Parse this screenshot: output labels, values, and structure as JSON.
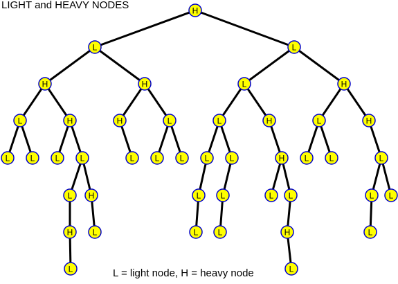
{
  "title": "LIGHT and HEAVY NODES",
  "legend": "L = light node, H = heavy node",
  "colors": {
    "node_fill": "#ffff00",
    "node_stroke": "#0000cc",
    "edge": "#000000",
    "text": "#000000"
  },
  "tree": {
    "label": "H",
    "children": [
      {
        "label": "L",
        "children": [
          {
            "label": "H",
            "children": [
              {
                "label": "L",
                "children": [
                  {
                    "label": "L"
                  },
                  {
                    "label": "L"
                  }
                ]
              },
              {
                "label": "H",
                "children": [
                  {
                    "label": "L"
                  },
                  {
                    "label": "L",
                    "children": [
                      {
                        "label": "L",
                        "children": [
                          {
                            "label": "H",
                            "children": [
                              {
                                "label": "L"
                              }
                            ]
                          }
                        ]
                      },
                      {
                        "label": "H",
                        "children": [
                          {
                            "label": "L"
                          }
                        ]
                      }
                    ]
                  }
                ]
              }
            ]
          },
          {
            "label": "H",
            "children": [
              {
                "label": "H",
                "children": [
                  {
                    "label": "L"
                  }
                ]
              },
              {
                "label": "L",
                "children": [
                  {
                    "label": "L"
                  },
                  {
                    "label": "L"
                  }
                ]
              }
            ]
          }
        ]
      },
      {
        "label": "L",
        "children": [
          {
            "label": "L",
            "children": [
              {
                "label": "L",
                "children": [
                  {
                    "label": "L",
                    "children": [
                      {
                        "label": "L",
                        "children": [
                          {
                            "label": "L"
                          }
                        ]
                      }
                    ]
                  },
                  {
                    "label": "L",
                    "children": [
                      {
                        "label": "L",
                        "children": [
                          {
                            "label": "L"
                          }
                        ]
                      }
                    ]
                  }
                ]
              },
              {
                "label": "H",
                "children": [
                  {
                    "label": "H",
                    "children": [
                      {
                        "label": "L"
                      },
                      {
                        "label": "L",
                        "children": [
                          {
                            "label": "H",
                            "children": [
                              {
                                "label": "L"
                              }
                            ]
                          }
                        ]
                      }
                    ]
                  }
                ]
              }
            ]
          },
          {
            "label": "H",
            "children": [
              {
                "label": "L",
                "children": [
                  {
                    "label": "L"
                  },
                  {
                    "label": "L"
                  }
                ]
              },
              {
                "label": "H",
                "children": [
                  {
                    "label": "L",
                    "children": [
                      {
                        "label": "L",
                        "children": [
                          {
                            "label": "L"
                          }
                        ]
                      },
                      {
                        "label": "L"
                      }
                    ]
                  }
                ]
              }
            ]
          }
        ]
      }
    ]
  }
}
